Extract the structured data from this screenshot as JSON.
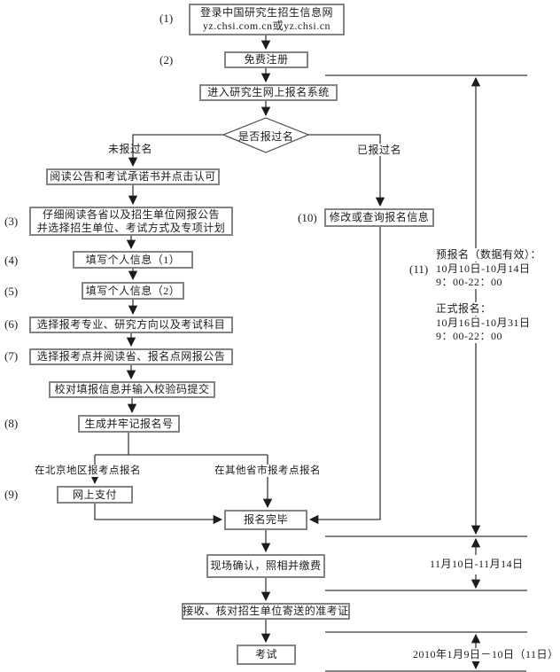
{
  "nodes": {
    "login": {
      "line1": "登录中国研究生招生信息网",
      "line2": "yz.chsi.com.cn或yz.chsi.cn"
    },
    "register": {
      "label": "免费注册"
    },
    "enter_system": {
      "label": "进入研究生网上报名系统"
    },
    "has_registered": {
      "label": "是否报过名"
    },
    "read_notice": {
      "label": "阅读公告和考试承诺书并点击认可"
    },
    "read_bulletins": {
      "line1": "仔细阅读各省以及招生单位网报公告",
      "line2": "并选择招生单位、考试方式及专项计划"
    },
    "personal_info_1": {
      "label": "填写个人信息（1）"
    },
    "personal_info_2": {
      "label": "填写个人信息（2）"
    },
    "choose_major": {
      "label": "选择报考专业、研究方向以及考试科目"
    },
    "choose_site": {
      "label": "选择报考点并阅读省、报名点网报公告"
    },
    "verify_submit": {
      "label": "校对填报信息并输入校验码提交"
    },
    "generate_number": {
      "label": "生成并牢记报名号"
    },
    "online_payment": {
      "label": "网上支付"
    },
    "registration_done": {
      "label": "报名完毕"
    },
    "modify_query": {
      "label": "修改或查询报名信息"
    },
    "onsite_confirm": {
      "label": "现场确认，照相并缴费"
    },
    "receive_ticket": {
      "label": "接收、核对招生单位寄送的准考证"
    },
    "exam": {
      "label": "考试"
    }
  },
  "step_numbers": {
    "n1": "(1)",
    "n2": "(2)",
    "n3": "(3)",
    "n4": "(4)",
    "n5": "(5)",
    "n6": "(6)",
    "n7": "(7)",
    "n8": "(8)",
    "n9": "(9)",
    "n10": "(10)",
    "n11": "(11)"
  },
  "branch_labels": {
    "not_registered": "未报过名",
    "already_registered": "已报过名",
    "beijing_site": "在北京地区报考点报名",
    "other_site": "在其他省市报考点报名"
  },
  "timeline": {
    "pre_reg_title": "预报名（数据有效）：",
    "pre_reg_dates": "10月10日-10月14日",
    "pre_reg_hours": "9：00-22：00",
    "formal_reg_title": "正式报名：",
    "formal_reg_dates": "10月16日-10月31日",
    "formal_reg_hours": "9：00-22：00",
    "confirm_dates": "11月10日-11月14日",
    "exam_dates": "2010年1月9日－10日（11日）"
  },
  "colors": {
    "wire": "#3a3a3a",
    "box_border": "#848484",
    "text": "#1c1c1c"
  }
}
